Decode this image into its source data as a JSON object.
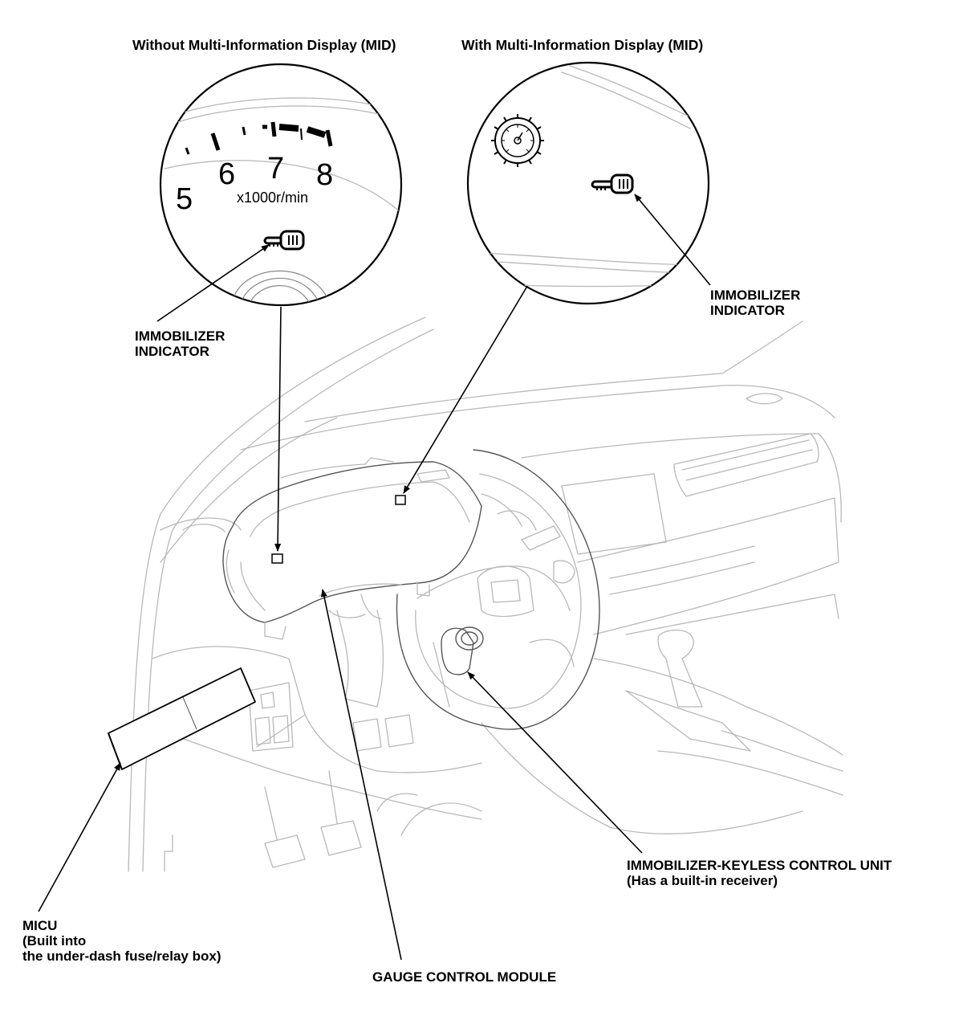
{
  "headers": {
    "left": "Without Multi-Information Display (MID)",
    "right": "With Multi-Information Display (MID)"
  },
  "gauge": {
    "numbers": [
      "5",
      "6",
      "7",
      "8"
    ],
    "unit": "x1000r/min"
  },
  "labels": {
    "immobilizer_left": [
      "IMMOBILIZER",
      "INDICATOR"
    ],
    "immobilizer_right": [
      "IMMOBILIZER",
      "INDICATOR"
    ],
    "micu": [
      "MICU",
      "(Built into",
      "the under-dash fuse/relay box)"
    ],
    "gauge_control_module": "GAUGE CONTROL MODULE",
    "keyless_unit": [
      "IMMOBILIZER-KEYLESS CONTROL UNIT",
      "(Has a built-in receiver)"
    ]
  },
  "icons": [
    "key-indicator-icon",
    "speedometer-icon"
  ]
}
